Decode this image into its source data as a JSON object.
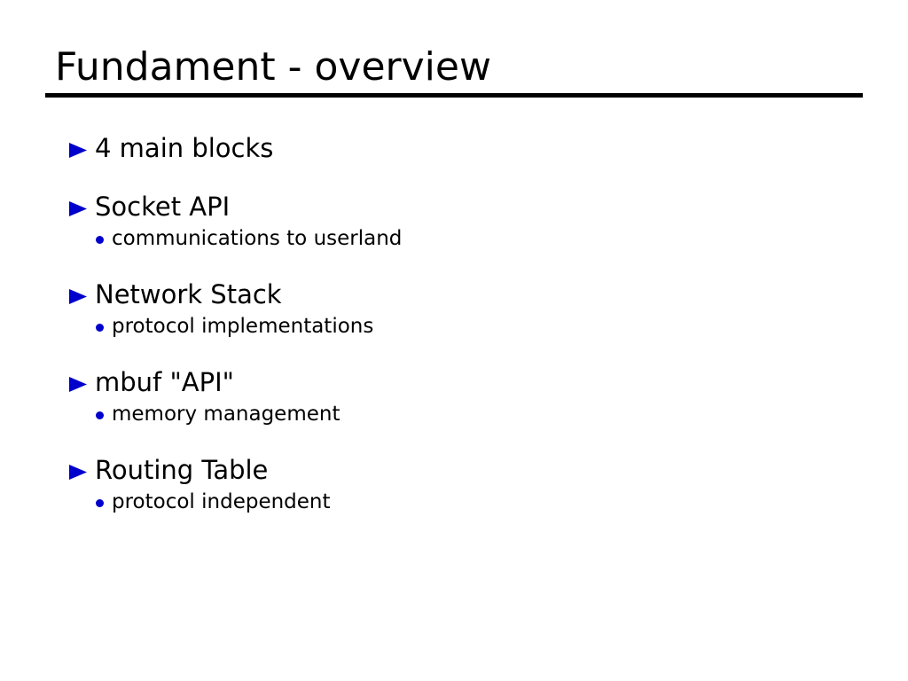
{
  "slide": {
    "title": "Fundament - overview",
    "background_color": "#ffffff",
    "text_color": "#000000",
    "accent_color": "#0000cc",
    "rule_color": "#000000",
    "level1_bullet_icon": "triangle-right-icon",
    "level2_bullet_icon": "dot-icon",
    "bullets": [
      {
        "text": "4 main blocks",
        "sub": []
      },
      {
        "text": "Socket API",
        "sub": [
          {
            "text": "communications to userland"
          }
        ]
      },
      {
        "text": "Network Stack",
        "sub": [
          {
            "text": "protocol implementations"
          }
        ]
      },
      {
        "text": "mbuf \"API\"",
        "sub": [
          {
            "text": "memory management"
          }
        ]
      },
      {
        "text": "Routing Table",
        "sub": [
          {
            "text": "protocol independent"
          }
        ]
      }
    ]
  }
}
